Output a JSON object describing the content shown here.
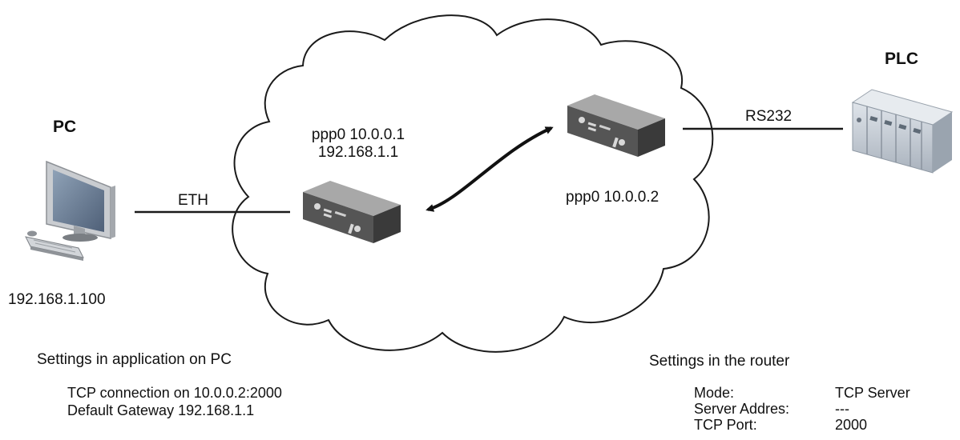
{
  "pc": {
    "title": "PC",
    "ip": "192.168.1.100"
  },
  "plc": {
    "title": "PLC"
  },
  "links": {
    "eth": "ETH",
    "rs232": "RS232"
  },
  "router_left": {
    "line1": "ppp0 10.0.0.1",
    "line2": "192.168.1.1"
  },
  "router_right": {
    "line1": "ppp0 10.0.0.2"
  },
  "pc_settings": {
    "title": "Settings in application on PC",
    "lines": [
      "TCP connection on 10.0.0.2:2000",
      "Default Gateway 192.168.1.1"
    ]
  },
  "router_settings": {
    "title": "Settings in the router",
    "rows": [
      {
        "key": "Mode:",
        "value": "TCP Server"
      },
      {
        "key": "Server Addres:",
        "value": "---"
      },
      {
        "key": "TCP Port:",
        "value": "2000"
      }
    ]
  },
  "colors": {
    "line": "#1a1a1a",
    "device_top": "#9a9a9a",
    "device_front": "#4a4a4a",
    "monitor_frame": "#b9bcc0",
    "screen": "#6d7f95"
  }
}
